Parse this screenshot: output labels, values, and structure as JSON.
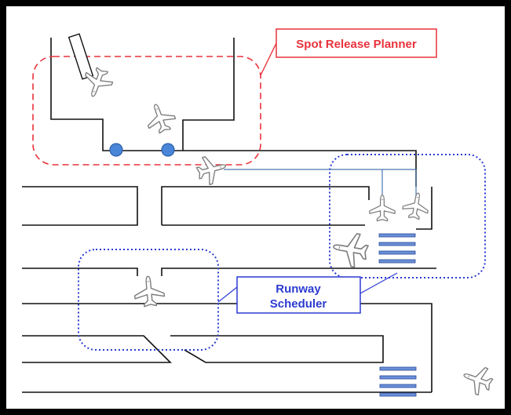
{
  "labels": {
    "spot_release_planner": "Spot Release Planner",
    "runway_scheduler_line1": "Runway",
    "runway_scheduler_line2": "Scheduler"
  },
  "colors": {
    "frame_border": "#000000",
    "taxiway_line": "#111111",
    "spot_planner_accent": "#e8323c",
    "runway_scheduler_accent": "#2b3bd0",
    "spot_marker_fill": "#4a86d8",
    "spot_marker_stroke": "#2a5fa8",
    "connector_line": "#4a78b0",
    "queue_bar_fill": "#6a90d8",
    "queue_bar_stroke": "#2a4c98",
    "aircraft_fill": "#ffffff",
    "aircraft_stroke": "#7d7d7d"
  },
  "icons": {
    "aircraft": "aircraft-icon",
    "spot_marker": "spot-marker-icon",
    "departure_queue": "departure-queue-icon"
  }
}
